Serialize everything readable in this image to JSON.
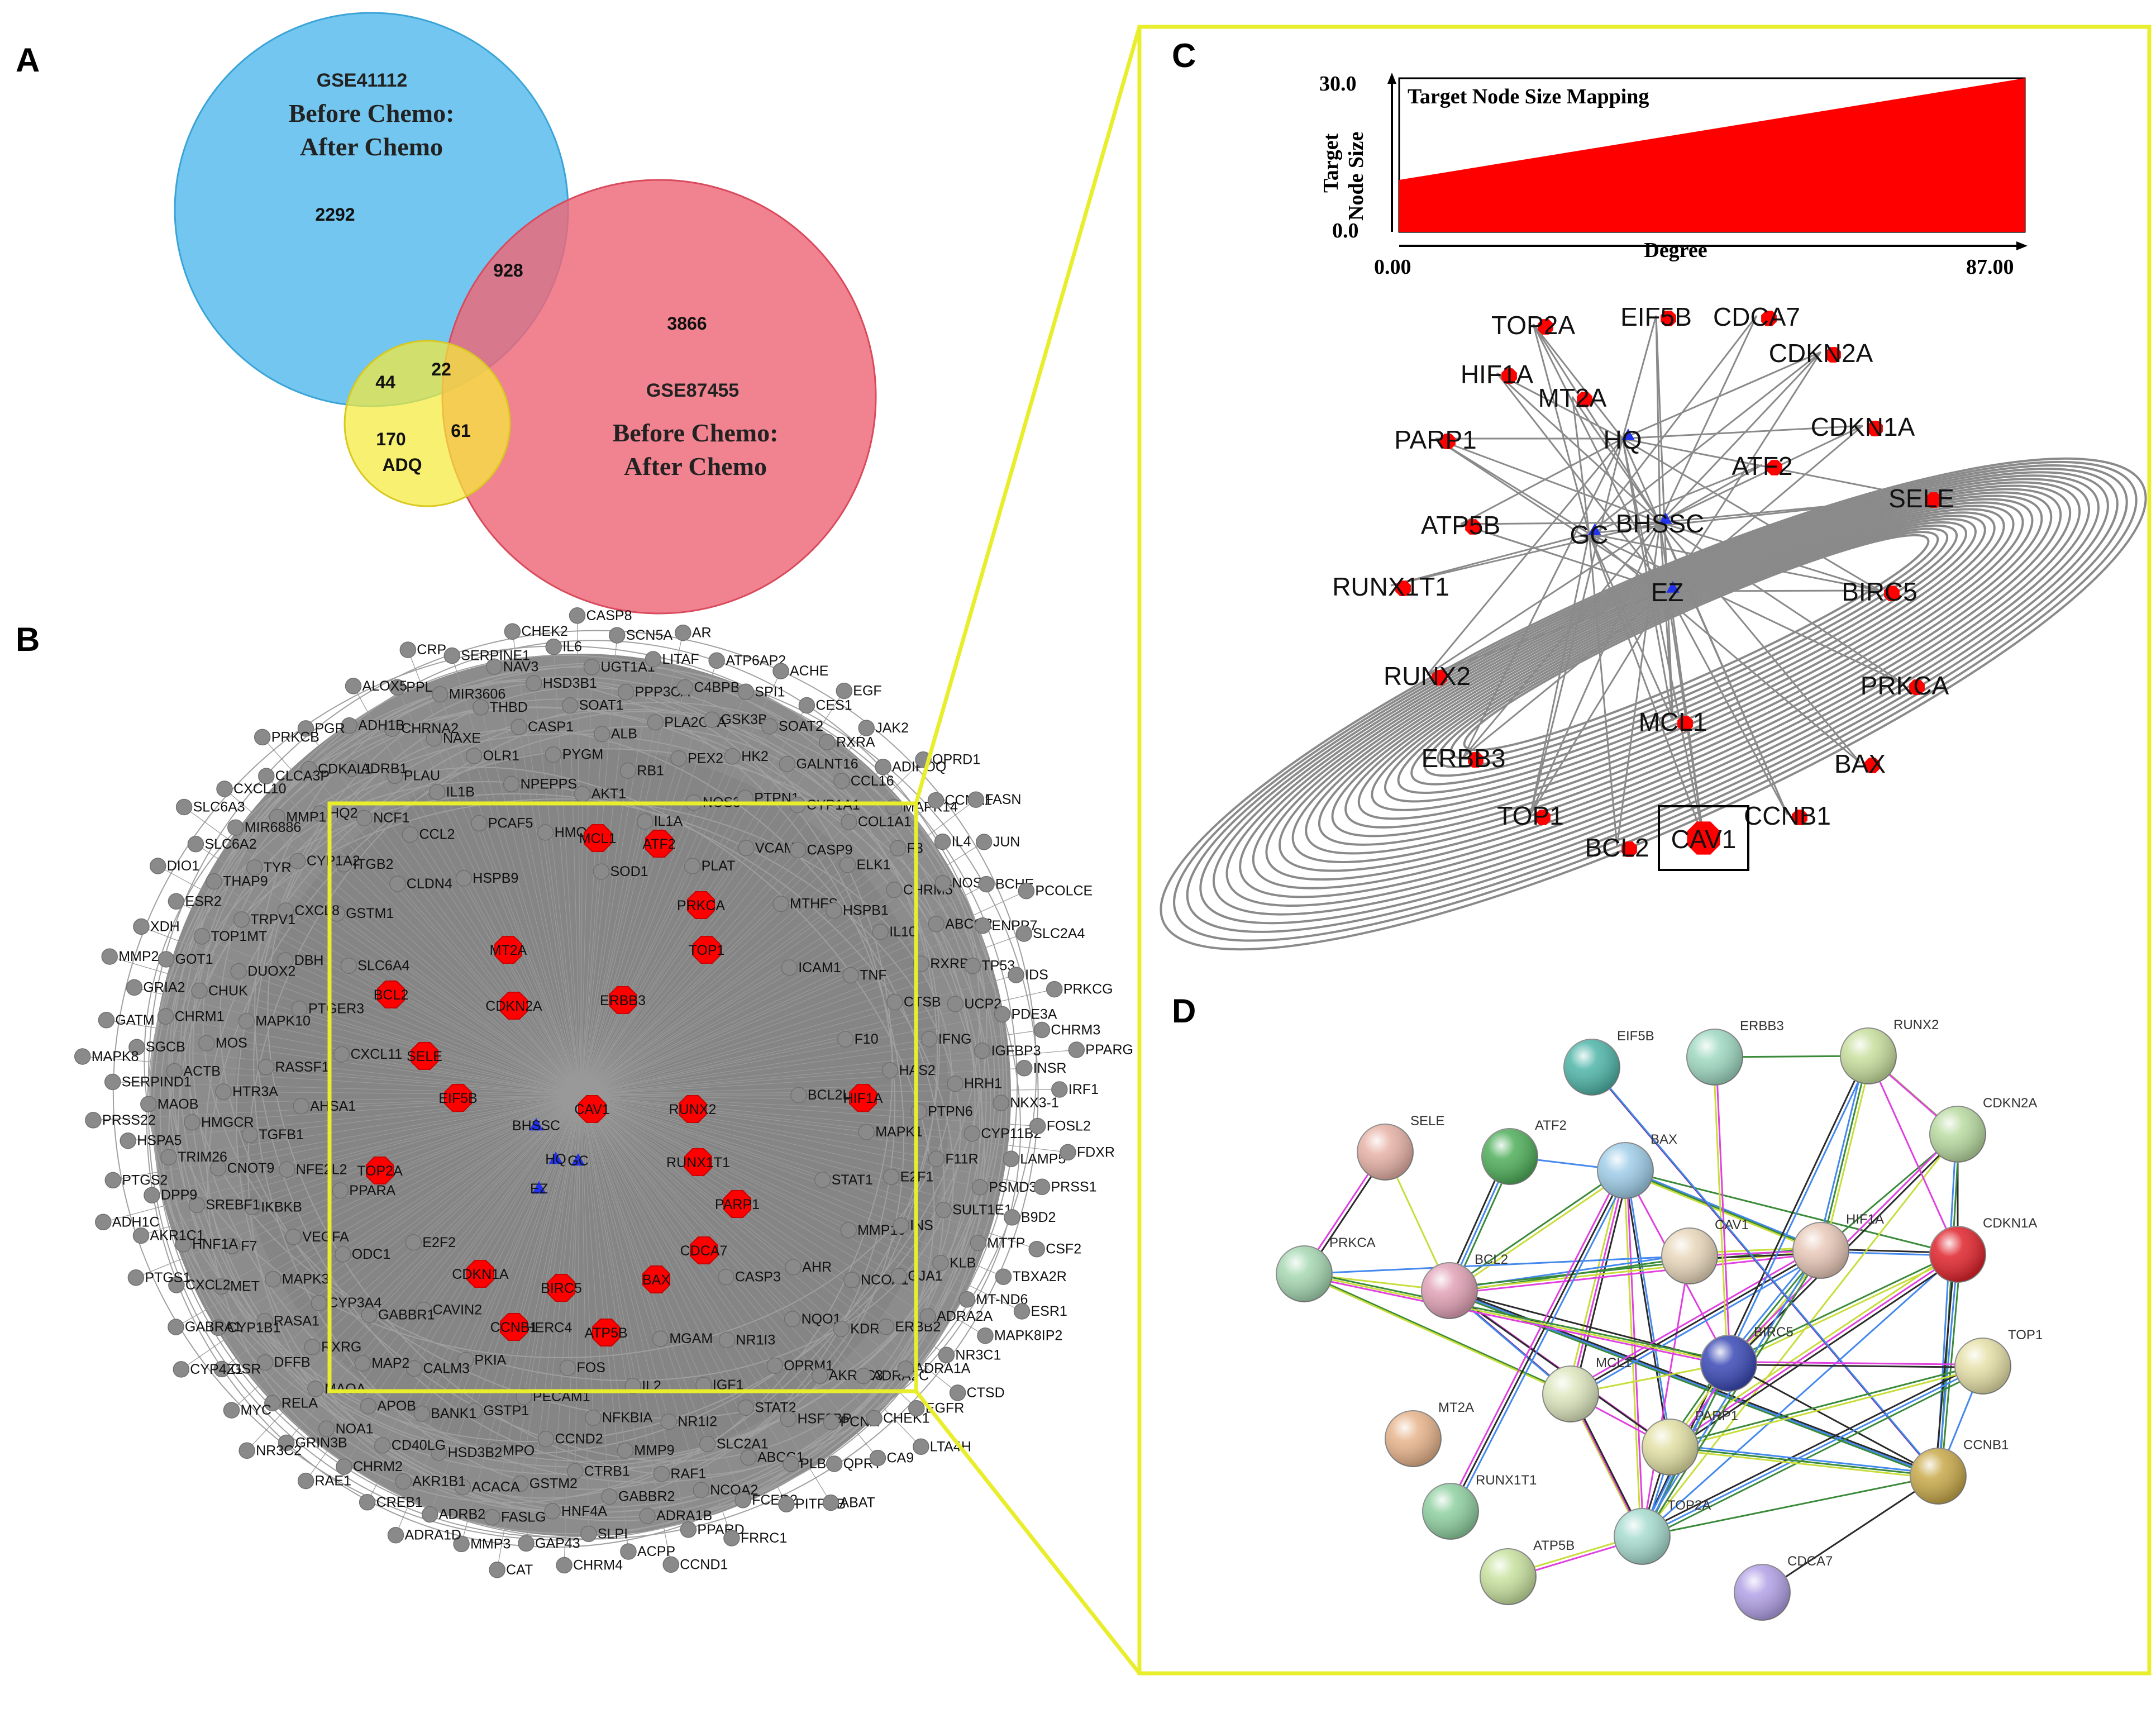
{
  "panels": [
    "A",
    "B",
    "C",
    "D"
  ],
  "venn": {
    "blue_set": {
      "name": "GSE41112",
      "subtitle_line1": "Before Chemo:",
      "subtitle_line2": "After Chemo",
      "color": "#5bbcec"
    },
    "red_set": {
      "name": "GSE87455",
      "subtitle_line1": "Before Chemo:",
      "subtitle_line2": "After Chemo",
      "color": "#ee6677"
    },
    "yellow_set": {
      "name": "ADQ",
      "color": "#f5ea3a"
    },
    "counts": {
      "blue_only": "2292",
      "blue_red": "928",
      "red_only": "3866",
      "blue_yellow": "44",
      "all_three": "22",
      "red_yellow": "61",
      "yellow_only": "170"
    }
  },
  "panel_b": {
    "hub_nodes": [
      "MCL1",
      "ATF2",
      "PRKCA",
      "MT2A",
      "TOP1",
      "BCL2",
      "CDKN2A",
      "ERBB3",
      "SELE",
      "EIF5B",
      "CAV1",
      "RUNX2",
      "HIF1A",
      "RUNX1T1",
      "TOP2A",
      "PARP1",
      "CDCA7",
      "CDKN1A",
      "BIRC5",
      "BAX",
      "CCNB1",
      "ATP5B"
    ],
    "herb_nodes": [
      "HQ",
      "BHSSC",
      "GC",
      "EZ"
    ],
    "outer_ring": [
      "BCL2L1",
      "E2F2",
      "SOD1",
      "CASP3",
      "CXCL11",
      "ICAM1",
      "HERC4",
      "HSPB9",
      "STAT1",
      "PPARA",
      "PLAT",
      "MGAM",
      "SLC6A4",
      "F10",
      "CAVIN2",
      "HMOX1",
      "AHR",
      "AHSA1",
      "MTHFS",
      "FOS",
      "CLDN4",
      "MAPK1",
      "ODC1",
      "IL1A",
      "NR1I3",
      "PTGER3",
      "TNF",
      "PKIA",
      "PCAF5",
      "MMP10",
      "NFE2L2",
      "VCAM1",
      "IL2",
      "GSTM1",
      "HAS2",
      "GABBR1",
      "AKT1",
      "NQO1",
      "RASSF1",
      "HSPB1",
      "PECAM1",
      "CCL2",
      "E2F1",
      "VEGFA",
      "NOS3",
      "IGF1",
      "DBH",
      "CTSB",
      "CALM3",
      "NPEPPS",
      "NCOA1",
      "TGFB1",
      "CASP9",
      "NFKBIA",
      "ITGB2",
      "PTPN6",
      "CYP3A4",
      "RB1",
      "OPRM1",
      "MAPK10",
      "IL10",
      "GSTP1",
      "IL1B",
      "INS",
      "IKBKB",
      "PTPN1",
      "NR1I2",
      "CXCL8",
      "IFNG",
      "MAP2",
      "PYGM",
      "KDR",
      "HTR3A",
      "ELK1",
      "CCND2",
      "NCF1",
      "F11R",
      "MAPK3",
      "PEX2",
      "STAT2",
      "DUOX2",
      "RXRB",
      "BANK1",
      "OLR1",
      "GJA1",
      "CNOT9",
      "CYP1A1",
      "MMP9",
      "CYP1A2",
      "HRH1",
      "RXRG",
      "ALB",
      "AKR1C3",
      "MOS",
      "CHRM5",
      "MPO",
      "PLAU",
      "SULT1E1",
      "F7",
      "HK2",
      "SLC2A1",
      "TRPV1",
      "UCP2",
      "APOB",
      "CASP1",
      "ERBB2",
      "HMGCR",
      "COL1A1",
      "CTRB1",
      "HQ2",
      "CYP11B2",
      "RASA1",
      "PLA2G2A",
      "HSF2BP",
      "CHUK",
      "ABCG2",
      "HSD3B2",
      "NAXE",
      "KLB",
      "SREBF1",
      "GALNT16",
      "RAF1",
      "TYR",
      "IGFBP3",
      "MAOA",
      "SOAT1",
      "ADRA2C",
      "ACTB",
      "F3",
      "GSTM2",
      "ADRB1",
      "PSMD3",
      "MET",
      "GSK3B",
      "ABCC1",
      "TOP1MT",
      "TP53",
      "CD40LG",
      "THBD",
      "ADRA2A",
      "TRIM26",
      "CCL16",
      "GABBR2",
      "MMP1",
      "NKX3-1",
      "DFFB",
      "PPP3CA",
      "PCNA",
      "CHRM1",
      "NOS2",
      "ACACA",
      "CHRNA2",
      "MTTP",
      "HNF1A",
      "SOAT2",
      "NCOA2",
      "THAP9",
      "PDE3A",
      "NOA1",
      "HSD3B1",
      "ADRA1A",
      "MAOB",
      "MAPK14",
      "HNF4A",
      "CDKAL1",
      "LAMP5",
      "CYP1B1",
      "C4BPB",
      "PLB1",
      "GOT1",
      "ENPP7",
      "AKR1B1",
      "MIR3606",
      "MT-ND6",
      "DPP9",
      "RXRA",
      "ADRA1B",
      "MIR6886",
      "INSR",
      "RELA",
      "UGT1A1",
      "CHEK1",
      "SGCB",
      "IL4",
      "FASLG",
      "ADH1B",
      "B9D2",
      "CXCL2",
      "SPI1",
      "FCER2",
      "ESR2",
      "IDS",
      "CHRM2",
      "NAV3",
      "NR3C1",
      "HSPA5",
      "ADIPOQ",
      "SLPI",
      "CLCA3P",
      "FOSL2",
      "GSR",
      "LITAF",
      "QPRT",
      "GRIA2",
      "BCHE",
      "ADRB2",
      "PPL",
      "TBXA2R",
      "AKR1C1",
      "CES1",
      "PPARD",
      "SLC6A2",
      "CHRM3",
      "GRIN3B",
      "IL6",
      "EGFR",
      "SERPIND1",
      "CCNA1",
      "GAP43",
      "PGR",
      "PRSS1",
      "GABRA1",
      "ATP6AP2",
      "PITPNB",
      "XDH",
      "SLC2A4",
      "CREB1",
      "SERPINE1",
      "MAPK8IP2",
      "PTGS2",
      "JAK2",
      "ACPP",
      "CXCL10",
      "IRF1",
      "MYC",
      "SCN5A",
      "CA9",
      "GATM",
      "JUN",
      "MMP3",
      "ALOX5",
      "CSF2",
      "PTGS1",
      "ACHE",
      "FRRC1",
      "DIO1",
      "PRKCG",
      "RAE1",
      "CHEK2",
      "CTSD",
      "PRSS22",
      "OPRD1",
      "CHRM4",
      "PRKCB",
      "FDXR",
      "CYP4Z1",
      "AR",
      "ABAT",
      "MMP2",
      "PCOLCE",
      "ADRA1D",
      "CRP",
      "ESR1",
      "ADH1C",
      "EGF",
      "CCND1",
      "SLC6A3",
      "PPARG",
      "NR3C2",
      "CASP8",
      "LTA4H",
      "MAPK8",
      "FASN",
      "CAT"
    ]
  },
  "panel_c": {
    "legend": {
      "title": "Target Node Size Mapping",
      "ylabel_line1": "Target",
      "ylabel_line2": "Node Size",
      "ymax": "30.0",
      "ymin": "0.0",
      "xlabel": "Degree",
      "xmin": "0.00",
      "xmax": "87.00"
    },
    "targets": [
      "TOP2A",
      "EIF5B",
      "CDCA7",
      "CDKN2A",
      "HIF1A",
      "MT2A",
      "PARP1",
      "CDKN1A",
      "ATF2",
      "SELE",
      "ATP5B",
      "RUNX1T1",
      "BIRC5",
      "RUNX2",
      "PRKCA",
      "MCL1",
      "ERBB3",
      "BAX",
      "TOP1",
      "CCNB1",
      "BCL2",
      "CAV1"
    ],
    "herbs": [
      "HQ",
      "GC",
      "BHSSC",
      "EZ"
    ],
    "highlighted": "CAV1"
  },
  "panel_d": {
    "nodes": [
      "EIF5B",
      "ERBB3",
      "RUNX2",
      "SELE",
      "ATF2",
      "BAX",
      "CDKN2A",
      "PRKCA",
      "CAV1",
      "HIF1A",
      "CDKN1A",
      "BCL2",
      "BIRC5",
      "TOP1",
      "MCL1",
      "MT2A",
      "PARP1",
      "CCNB1",
      "RUNX1T1",
      "TOP2A",
      "ATP5B",
      "CDCA7"
    ]
  }
}
